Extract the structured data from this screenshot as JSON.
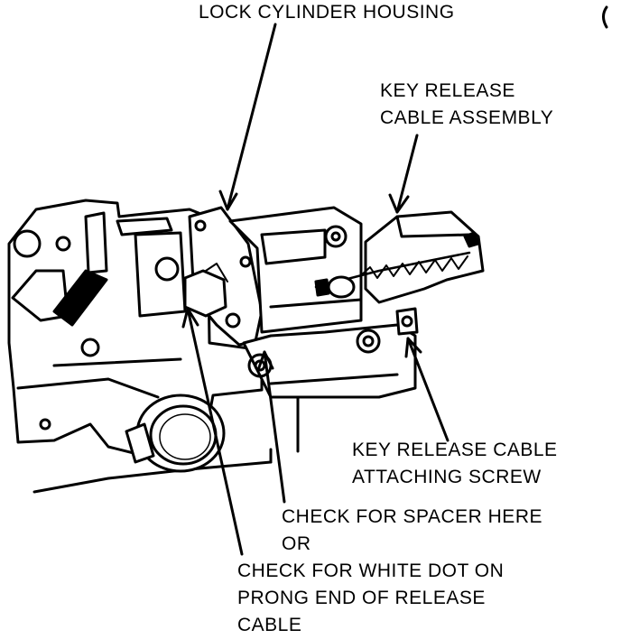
{
  "labels": {
    "lock_cylinder_housing": [
      "LOCK CYLINDER HOUSING"
    ],
    "key_release_cable_assembly": [
      "KEY RELEASE",
      "CABLE ASSEMBLY"
    ],
    "key_release_cable_attaching_screw": [
      "KEY RELEASE CABLE",
      "ATTACHING SCREW"
    ],
    "check_spacer": [
      "CHECK FOR SPACER HERE",
      "OR"
    ],
    "check_white_dot": [
      "CHECK FOR WHITE DOT ON",
      "PRONG END OF RELEASE",
      "CABLE"
    ]
  },
  "colors": {
    "ink": "#000000",
    "paper": "#ffffff"
  }
}
